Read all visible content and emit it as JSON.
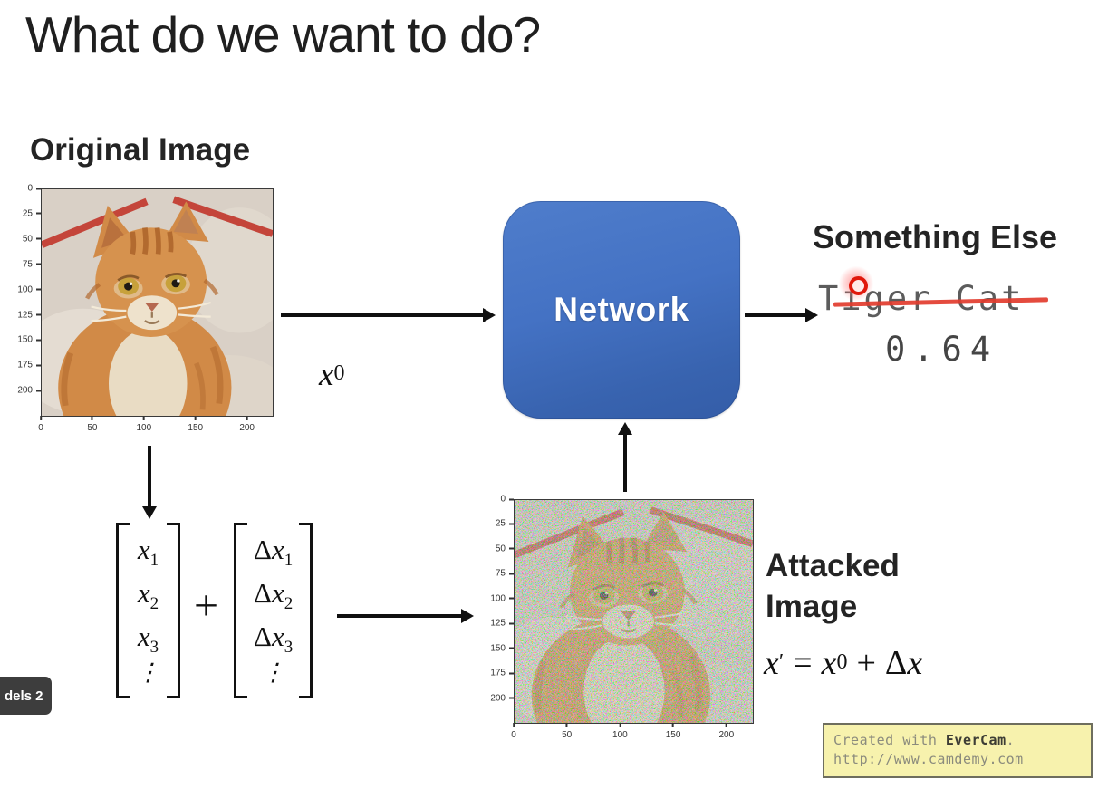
{
  "slide": {
    "title": "What do we want to do?",
    "badge_label": "dels 2"
  },
  "original": {
    "heading": "Original Image",
    "symbol": {
      "base": "x",
      "sup": "0"
    },
    "plot": {
      "y_ticks": [
        "0",
        "25",
        "50",
        "75",
        "100",
        "125",
        "150",
        "175",
        "200"
      ],
      "x_ticks": [
        "0",
        "50",
        "100",
        "150",
        "200"
      ]
    }
  },
  "network": {
    "label": "Network"
  },
  "result": {
    "heading": "Something Else",
    "crossed_label": "Tiger Cat",
    "confidence": "0.64"
  },
  "vectors": {
    "x": {
      "rows": [
        {
          "pre": "",
          "base": "x",
          "sub": "1"
        },
        {
          "pre": "",
          "base": "x",
          "sub": "2"
        },
        {
          "pre": "",
          "base": "x",
          "sub": "3"
        },
        {
          "pre": "",
          "base": "⋮",
          "sub": ""
        }
      ]
    },
    "plus": "+",
    "dx": {
      "rows": [
        {
          "pre": "Δ",
          "base": "x",
          "sub": "1"
        },
        {
          "pre": "Δ",
          "base": "x",
          "sub": "2"
        },
        {
          "pre": "Δ",
          "base": "x",
          "sub": "3"
        },
        {
          "pre": "",
          "base": "⋮",
          "sub": ""
        }
      ]
    }
  },
  "attacked": {
    "heading_line1": "Attacked",
    "heading_line2": "Image",
    "formula": {
      "lhs": "x",
      "prime": "′",
      "equals": "=",
      "base": "x",
      "exp": "0",
      "plus": "+",
      "delta_pre": "Δ",
      "delta_base": "x"
    },
    "plot": {
      "y_ticks": [
        "0",
        "25",
        "50",
        "75",
        "100",
        "125",
        "150",
        "175",
        "200"
      ],
      "x_ticks": [
        "0",
        "50",
        "100",
        "150",
        "200"
      ]
    }
  },
  "watermark": {
    "prefix": "Created with ",
    "brand": "EverCam",
    "suffix": ".",
    "url": "http://www.camdemy.com"
  },
  "colors": {
    "network_blue": "#4472c4",
    "strike_red": "#e23c2e",
    "watermark_bg": "#f7f2ad",
    "badge_gray": "#3d3d3d"
  }
}
